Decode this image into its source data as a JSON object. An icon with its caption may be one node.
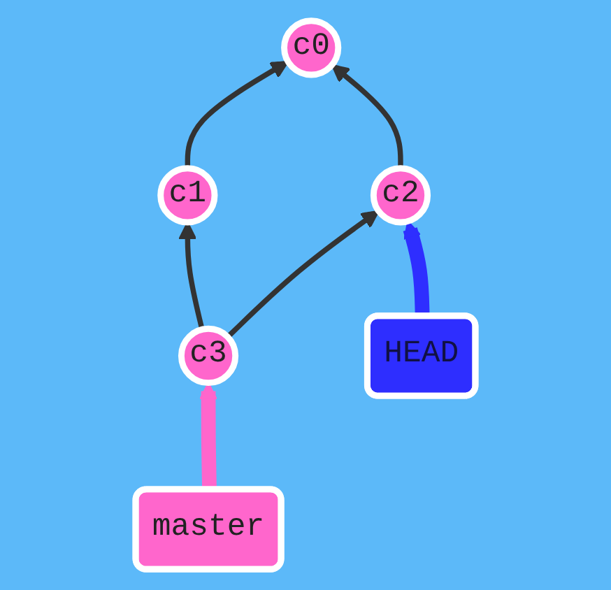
{
  "diagram": {
    "nodes": [
      {
        "text": [
          "c0"
        ]
      },
      {
        "text": [
          "c1"
        ]
      },
      {
        "text": [
          "c2"
        ]
      },
      {
        "text": [
          "HEAD"
        ]
      },
      {
        "text": [
          "master"
        ]
      },
      {
        "text": [
          "c3"
        ]
      }
    ],
    "edges": [
      {
        "from": 1,
        "to": 0,
        "arrow": "to"
      },
      {
        "from": 2,
        "to": 0,
        "arrow": "to"
      },
      {
        "from": 5,
        "to": 1,
        "arrow": "to"
      },
      {
        "from": 5,
        "to": 2,
        "arrow": "to"
      },
      {
        "from": 3,
        "to": 2,
        "arrow": "to",
        "style": "thick",
        "color": "#2e2eff"
      },
      {
        "from": 4,
        "to": 5,
        "arrow": "to",
        "style": "thick",
        "color": "#ff66cc"
      }
    ]
  }
}
